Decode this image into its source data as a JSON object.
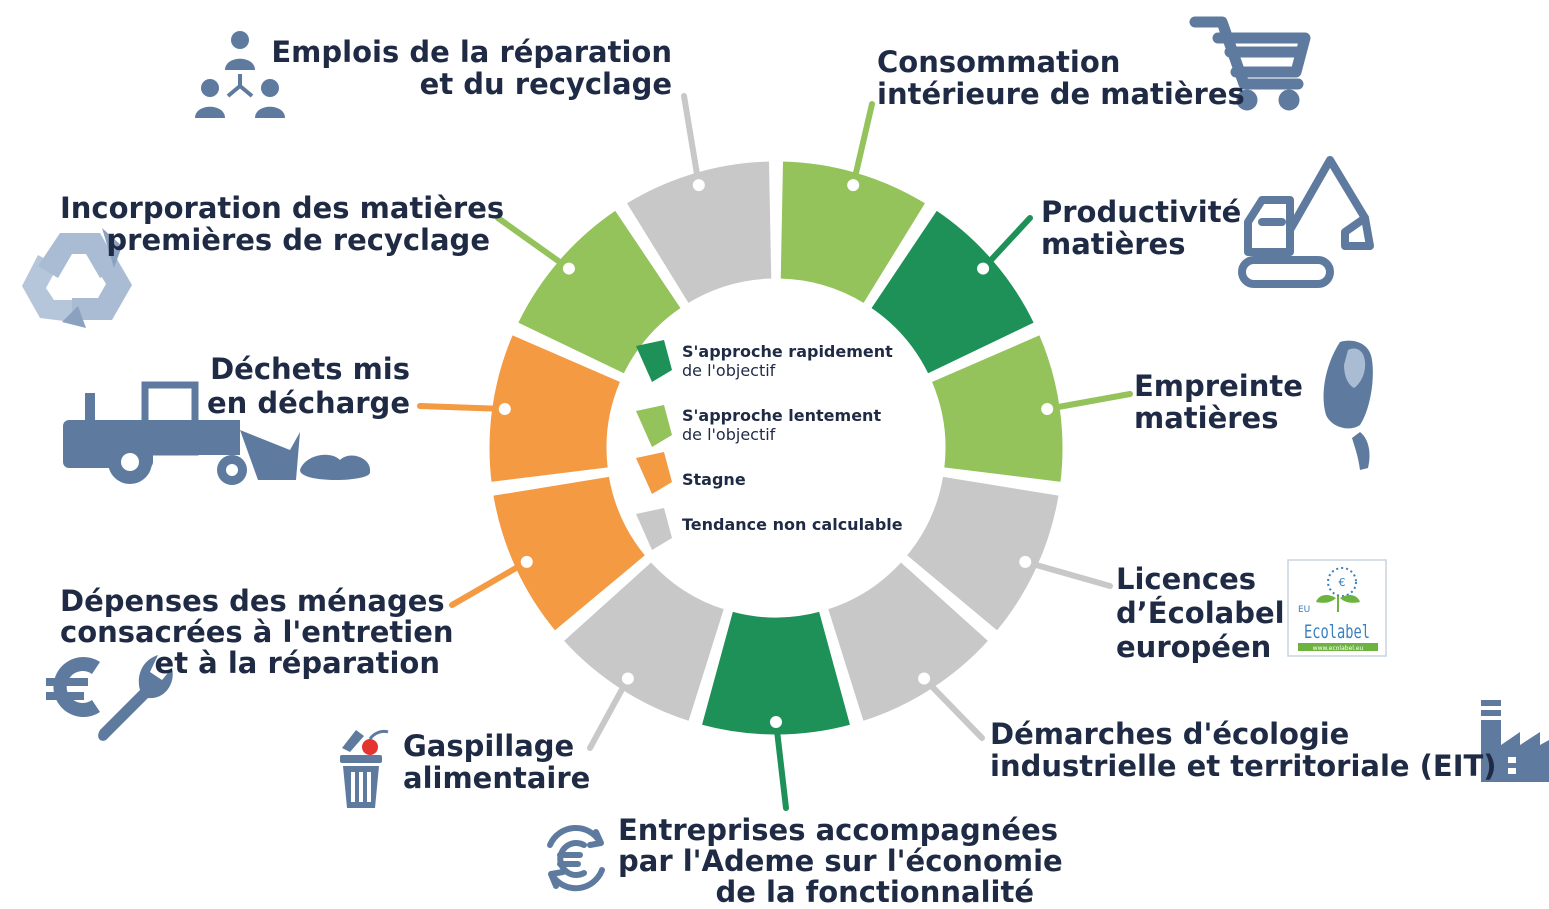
{
  "legend": [
    {
      "key": "rapide",
      "line1": "S'approche rapidement",
      "line2": "de l'objectif",
      "color": "#1e9158"
    },
    {
      "key": "lente",
      "line1": "S'approche lentement",
      "line2": "de l'objectif",
      "color": "#93c35a"
    },
    {
      "key": "stagne",
      "line1": "Stagne",
      "line2": "",
      "color": "#f39a42"
    },
    {
      "key": "nc",
      "line1": "Tendance non calculable",
      "line2": "",
      "color": "#c8c8c8"
    }
  ],
  "colors": {
    "rapide": "#1e9158",
    "lente": "#93c35a",
    "stagne": "#f39a42",
    "nc": "#c8c8c8",
    "icon": "#5e7b9f",
    "text": "#1f2a44"
  },
  "segments": [
    {
      "key": "conso",
      "status": "lente",
      "lines": [
        "Consommation",
        "intérieure de matières"
      ],
      "icon": "shopping-cart-icon"
    },
    {
      "key": "productivite",
      "status": "rapide",
      "lines": [
        "Productivité",
        "matières"
      ],
      "icon": "excavator-icon"
    },
    {
      "key": "empreinte",
      "status": "lente",
      "lines": [
        "Empreinte",
        "matières"
      ],
      "icon": "footprint-icon"
    },
    {
      "key": "ecolabel",
      "status": "nc",
      "lines": [
        "Licences",
        "d’Écolabel",
        "européen"
      ],
      "icon": "ecolabel-logo"
    },
    {
      "key": "eit",
      "status": "nc",
      "lines": [
        "Démarches d'écologie",
        "industrielle et territoriale (EIT)"
      ],
      "icon": "factory-icon"
    },
    {
      "key": "ademe",
      "status": "rapide",
      "lines": [
        "Entreprises accompagnées",
        "par l'Ademe sur l'économie",
        "de la fonctionnalité"
      ],
      "icon": "euro-cycle-icon"
    },
    {
      "key": "gaspillage",
      "status": "nc",
      "lines": [
        "Gaspillage",
        "alimentaire"
      ],
      "icon": "trash-bin-icon"
    },
    {
      "key": "depenses",
      "status": "stagne",
      "lines": [
        "Dépenses des ménages",
        "consacrées à l'entretien",
        "et à la réparation"
      ],
      "icon": "euro-wrench-icon"
    },
    {
      "key": "decharge",
      "status": "stagne",
      "lines": [
        "Déchets mis",
        "en décharge"
      ],
      "icon": "bulldozer-icon"
    },
    {
      "key": "incorporation",
      "status": "lente",
      "lines": [
        "Incorporation des matières",
        "premières de recyclage"
      ],
      "icon": "recycle-icon"
    },
    {
      "key": "emplois",
      "status": "nc",
      "lines": [
        "Emplois de la réparation",
        "et du recyclage"
      ],
      "icon": "people-network-icon"
    }
  ],
  "ecolabel_logo": {
    "top": "EU",
    "main": "Ecolabel",
    "url": "www.ecolabel.eu"
  }
}
